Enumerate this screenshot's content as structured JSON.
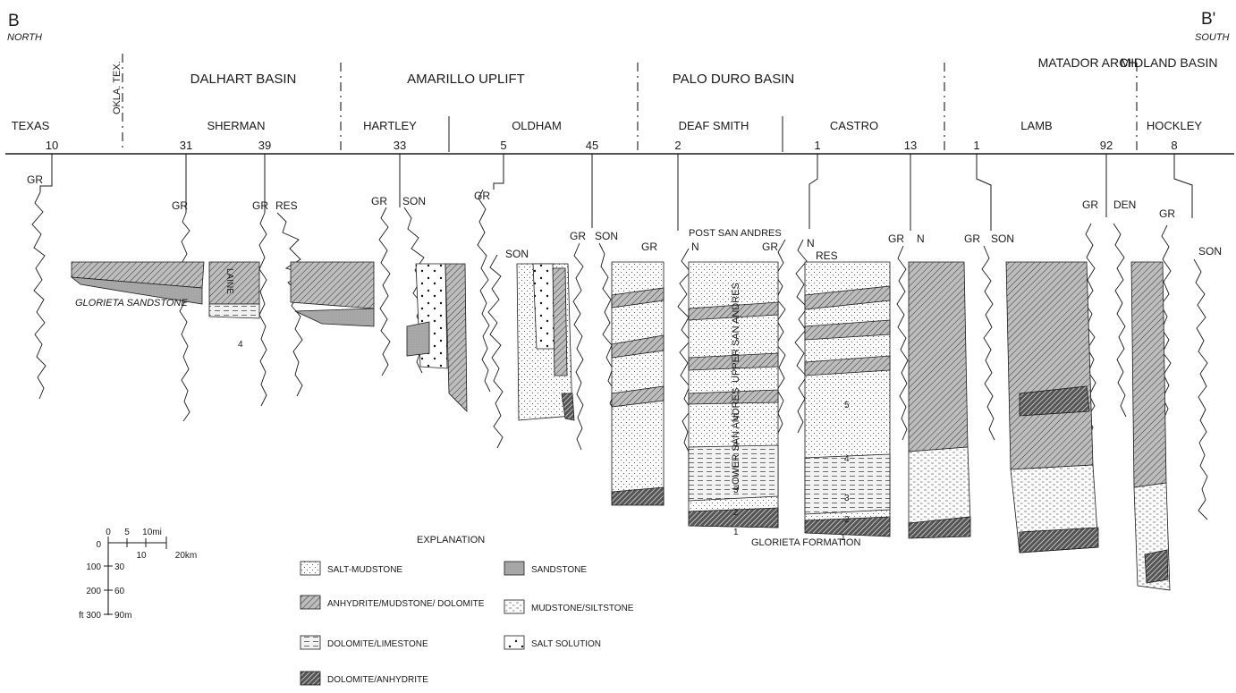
{
  "section": {
    "left_label": "B",
    "left_direction": "NORTH",
    "right_label": "B'",
    "right_direction": "SOUTH"
  },
  "regions": [
    "DALHART BASIN",
    "AMARILLO UPLIFT",
    "PALO DURO BASIN",
    "MATADOR ARCH",
    "MIDLAND BASIN"
  ],
  "state_line": "OKLA. TEX.",
  "counties": [
    "TEXAS",
    "SHERMAN",
    "HARTLEY",
    "OLDHAM",
    "DEAF SMITH",
    "CASTRO",
    "LAMB",
    "HOCKLEY"
  ],
  "wells": [
    "10",
    "31",
    "39",
    "33",
    "5",
    "45",
    "2",
    "1",
    "13",
    "1",
    "92",
    "8"
  ],
  "log_types": {
    "gr": "GR",
    "res": "RES",
    "son": "SON",
    "n": "N",
    "den": "DEN"
  },
  "formations": {
    "glorieta_sandstone": "GLORIETA SANDSTONE",
    "glorieta_formation": "GLORIETA FORMATION",
    "post_san_andres": "POST SAN ANDRES",
    "upper_san_andres": "UPPER SAN ANDRES",
    "lower_san_andres": "LOWER SAN ANDRES",
    "laine": "LAINE"
  },
  "cycle_numbers": [
    "1",
    "2",
    "3",
    "4",
    "5"
  ],
  "scale_bar": {
    "miles": [
      "0",
      "5",
      "10mi"
    ],
    "km": [
      "0",
      "10",
      "20km"
    ],
    "depth_ft": [
      "0",
      "100",
      "200",
      "ft 300"
    ],
    "depth_m": [
      "30",
      "60",
      "90m"
    ]
  },
  "explanation": {
    "title": "EXPLANATION",
    "items": [
      "SALT-MUDSTONE",
      "ANHYDRITE/MUDSTONE/ DOLOMITE",
      "DOLOMITE/LIMESTONE",
      "DOLOMITE/ANHYDRITE",
      "SANDSTONE",
      "MUDSTONE/SILTSTONE",
      "SALT SOLUTION"
    ]
  }
}
